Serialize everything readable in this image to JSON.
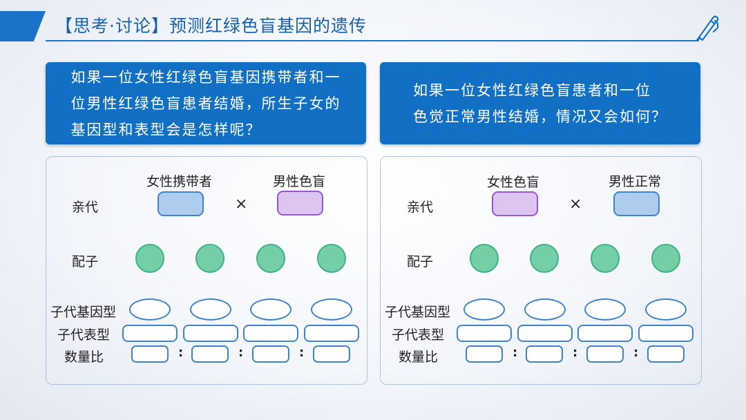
{
  "header": {
    "title": "【思考·讨论】预测红绿色盲基因的遗传"
  },
  "questions": [
    {
      "lines": [
        "如果一位女性红绿色盲基因携带者和一",
        "位男性红绿色盲患者结婚，所生子女的",
        "基因型和表型会是怎样呢？"
      ]
    },
    {
      "lines": [
        "如果一位女性红绿色盲患者和一位",
        "色觉正常男性结婚，情况又会如何？"
      ]
    }
  ],
  "row_labels": {
    "parents": "亲代",
    "gametes": "配子",
    "offspring_genotype": "子代基因型",
    "offspring_phenotype": "子代表型",
    "ratio": "数量比"
  },
  "symbols": {
    "cross": "×",
    "colon": ":"
  },
  "panels": [
    {
      "parent1": "女性携带者",
      "parent2": "男性色盲"
    },
    {
      "parent1": "女性色盲",
      "parent2": "男性正常"
    }
  ],
  "colors": {
    "header_blue": "#1a73c9",
    "question_bg": "#1170c4",
    "carrier_or_normal_fill": "#aecdee",
    "colorblind_fill": "#dcc5f1",
    "gamete_fill": "#74cfa6"
  },
  "icons": {
    "header_decoration": "pen-icon"
  }
}
